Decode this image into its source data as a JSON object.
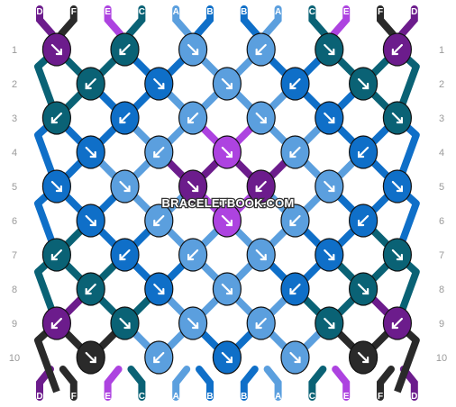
{
  "site_watermark": "BRACELETBOOK.COM",
  "rows": [
    "1",
    "2",
    "3",
    "4",
    "5",
    "6",
    "7",
    "8",
    "9",
    "10"
  ],
  "colors": {
    "A": "#5b9fde",
    "B": "#0f6fc8",
    "C": "#0a6275",
    "D": "#6c1c8c",
    "E": "#ad43e0",
    "F": "#2a2a2a"
  },
  "strings_top": [
    "D",
    "F",
    "E",
    "C",
    "A",
    "B",
    "B",
    "A",
    "C",
    "E",
    "F",
    "D"
  ],
  "strings_bottom": [
    "D",
    "F",
    "E",
    "C",
    "A",
    "B",
    "B",
    "A",
    "C",
    "E",
    "F",
    "D"
  ],
  "knot_grid": [
    [
      "D",
      "C",
      "A",
      "A",
      "C",
      "D"
    ],
    [
      "C",
      "B",
      "A",
      "B",
      "C"
    ],
    [
      "C",
      "B",
      "A",
      "A",
      "B",
      "C"
    ],
    [
      "B",
      "A",
      "E",
      "A",
      "B"
    ],
    [
      "B",
      "A",
      "D",
      "D",
      "A",
      "B"
    ],
    [
      "B",
      "A",
      "E",
      "A",
      "B"
    ],
    [
      "C",
      "B",
      "A",
      "A",
      "B",
      "C"
    ],
    [
      "C",
      "B",
      "A",
      "B",
      "C"
    ],
    [
      "D",
      "C",
      "A",
      "A",
      "C",
      "D"
    ],
    [
      "F",
      "A",
      "B",
      "A",
      "F"
    ]
  ],
  "knot_directions": [
    [
      "br",
      "bl",
      "br",
      "bl",
      "br",
      "bl"
    ],
    [
      "bl",
      "br",
      "br",
      "bl",
      "br"
    ],
    [
      "bl",
      "bl",
      "bl",
      "br",
      "br",
      "br"
    ],
    [
      "br",
      "bl",
      "br",
      "bl",
      "bl"
    ],
    [
      "br",
      "br",
      "br",
      "bl",
      "br",
      "br"
    ],
    [
      "br",
      "bl",
      "br",
      "bl",
      "bl"
    ],
    [
      "bl",
      "bl",
      "bl",
      "br",
      "br",
      "br"
    ],
    [
      "bl",
      "br",
      "br",
      "bl",
      "br"
    ],
    [
      "bl",
      "br",
      "br",
      "bl",
      "br",
      "bl"
    ],
    [
      "br",
      "bl",
      "br",
      "br",
      "br"
    ]
  ]
}
